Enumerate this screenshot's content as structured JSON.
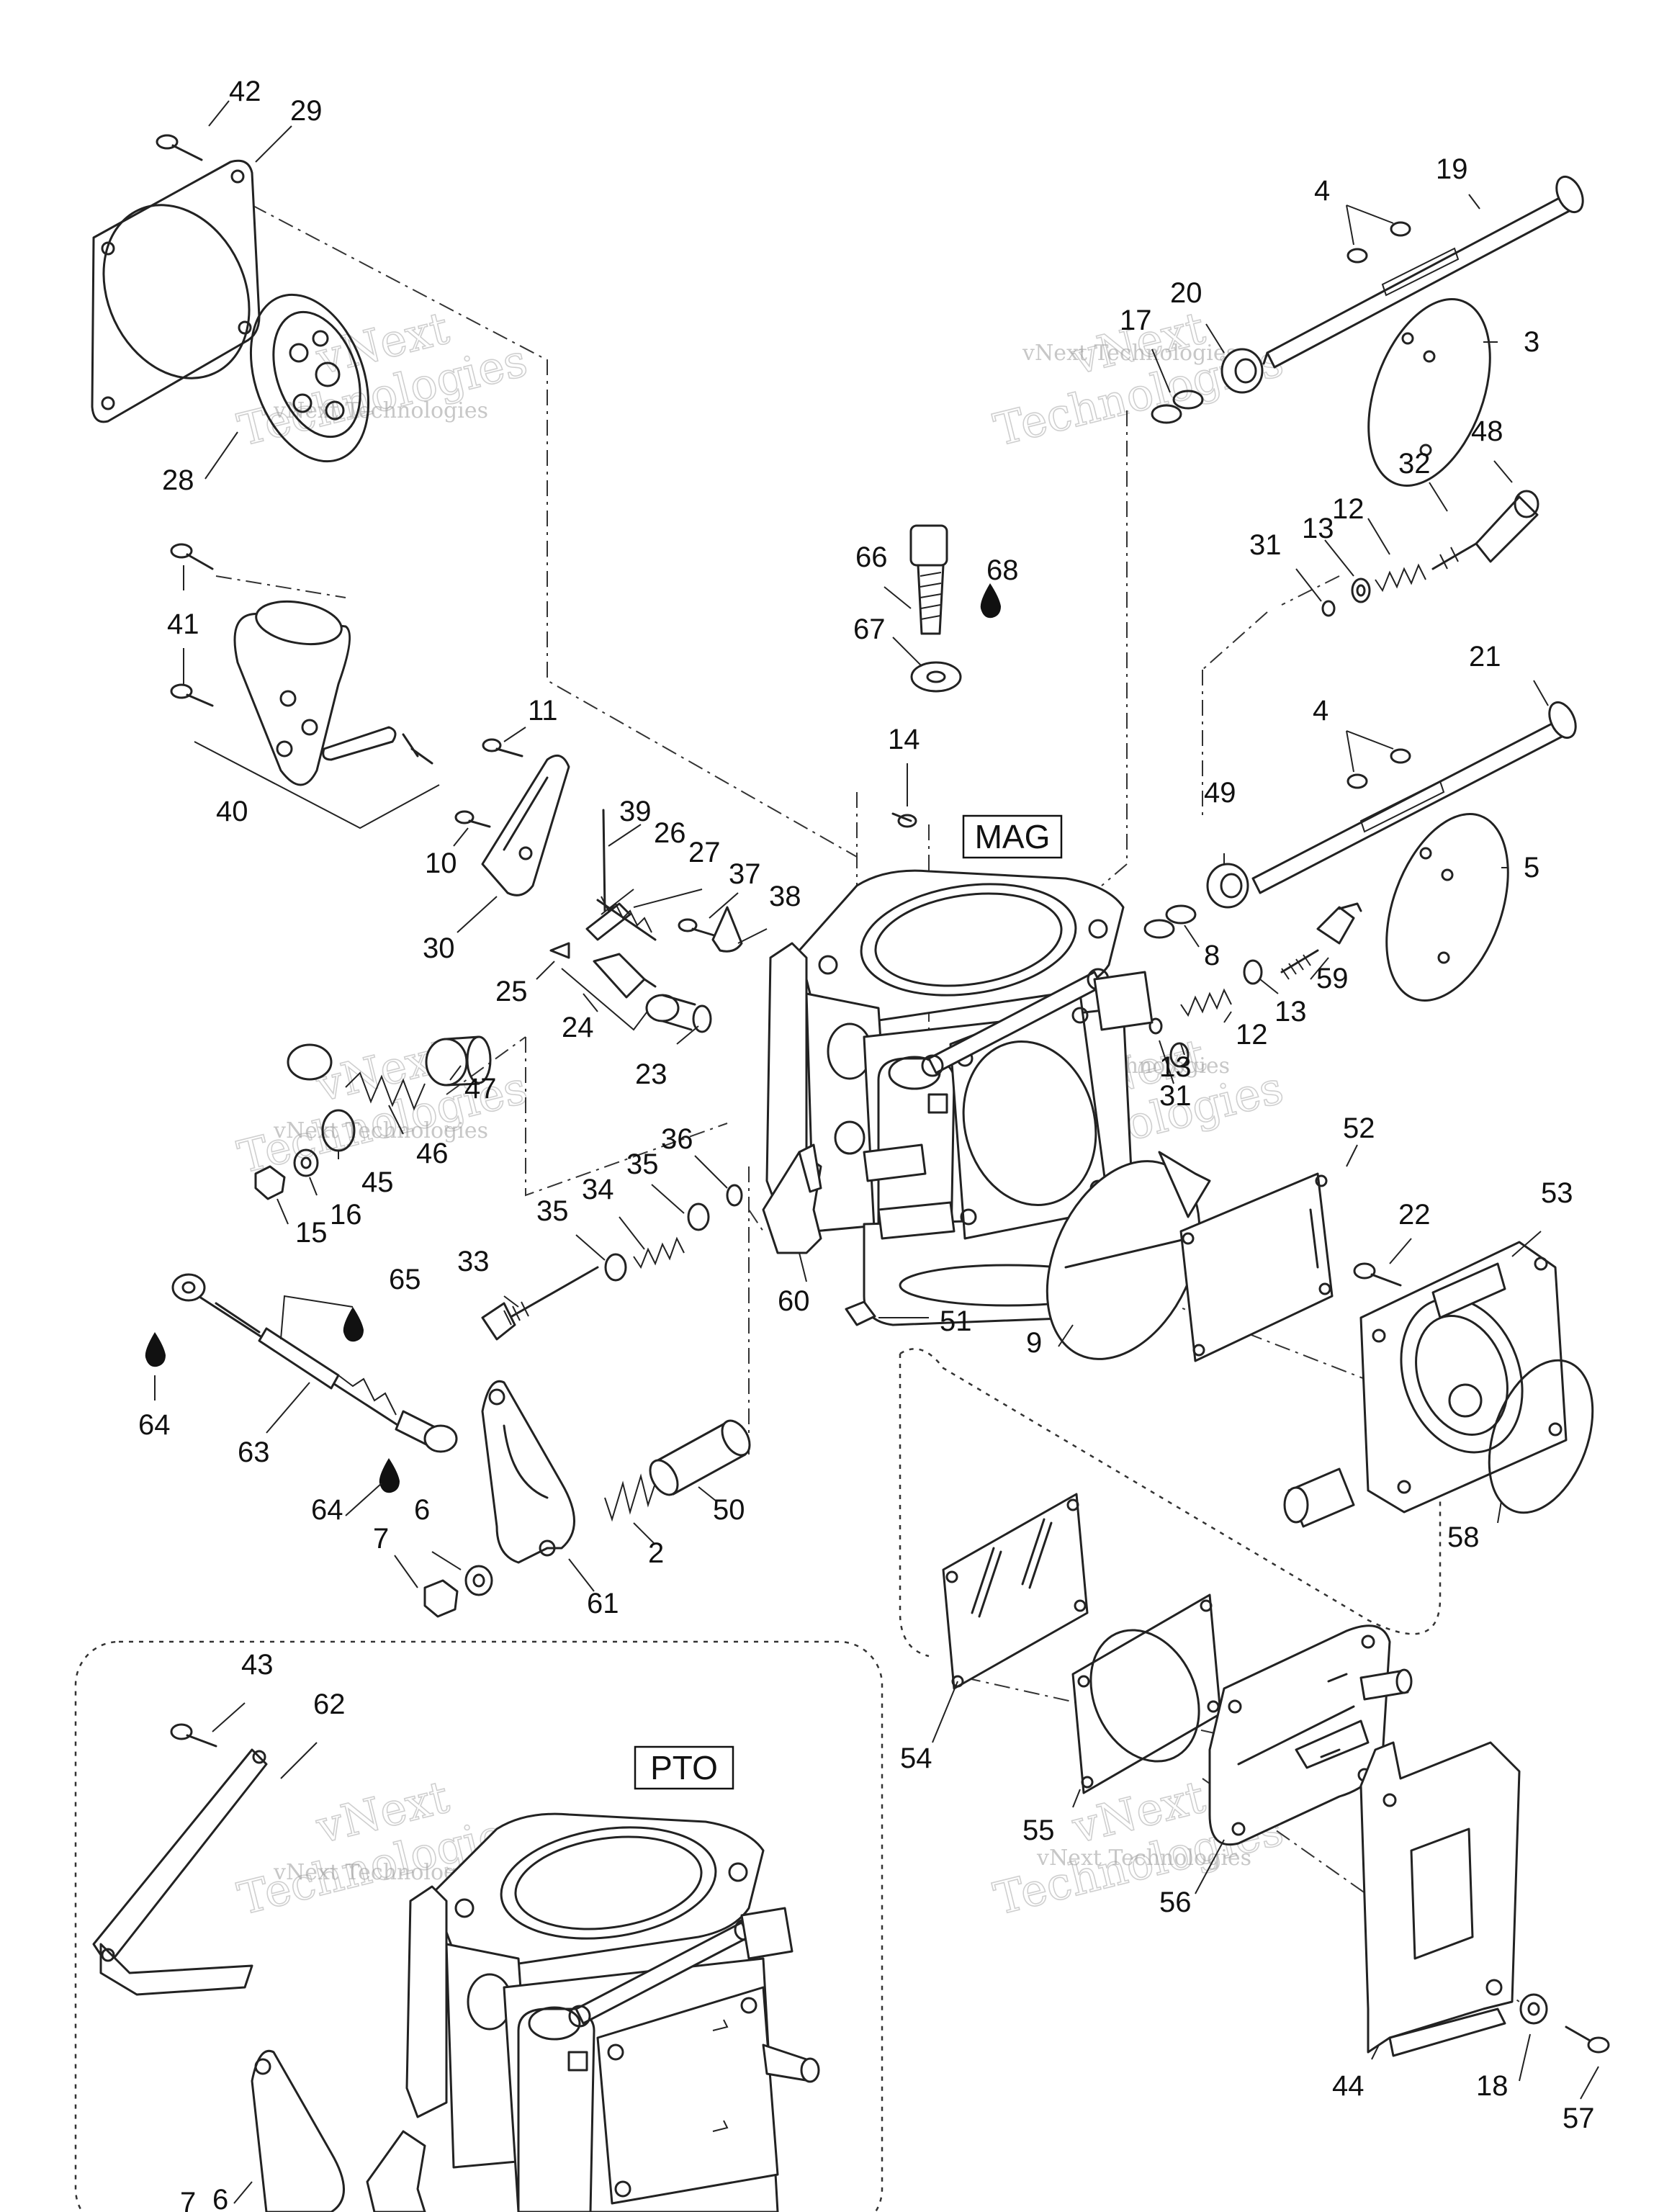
{
  "views": {
    "mag_label": "MAG",
    "pto_label": "PTO"
  },
  "watermark": {
    "line1": "vNext",
    "line2": "Technologies",
    "caption": "vNext Technologies"
  },
  "callouts": [
    {
      "id": "c42a",
      "text": "42"
    },
    {
      "id": "c29",
      "text": "29"
    },
    {
      "id": "c19",
      "text": "19"
    },
    {
      "id": "c4a",
      "text": "4"
    },
    {
      "id": "c20",
      "text": "20"
    },
    {
      "id": "c17",
      "text": "17"
    },
    {
      "id": "c3",
      "text": "3"
    },
    {
      "id": "c28",
      "text": "28"
    },
    {
      "id": "c48",
      "text": "48"
    },
    {
      "id": "c32",
      "text": "32"
    },
    {
      "id": "c31a",
      "text": "31"
    },
    {
      "id": "c13a",
      "text": "13"
    },
    {
      "id": "c12a",
      "text": "12"
    },
    {
      "id": "c66",
      "text": "66"
    },
    {
      "id": "c68",
      "text": "68"
    },
    {
      "id": "c67",
      "text": "67"
    },
    {
      "id": "c41",
      "text": "41"
    },
    {
      "id": "c21",
      "text": "21"
    },
    {
      "id": "c11",
      "text": "11"
    },
    {
      "id": "c14",
      "text": "14"
    },
    {
      "id": "c4b",
      "text": "4"
    },
    {
      "id": "c40",
      "text": "40"
    },
    {
      "id": "c39",
      "text": "39"
    },
    {
      "id": "c26",
      "text": "26"
    },
    {
      "id": "c27",
      "text": "27"
    },
    {
      "id": "c49",
      "text": "49"
    },
    {
      "id": "c10",
      "text": "10"
    },
    {
      "id": "c37",
      "text": "37"
    },
    {
      "id": "c38",
      "text": "38"
    },
    {
      "id": "c5",
      "text": "5"
    },
    {
      "id": "c30",
      "text": "30"
    },
    {
      "id": "c8",
      "text": "8"
    },
    {
      "id": "c25",
      "text": "25"
    },
    {
      "id": "c59",
      "text": "59"
    },
    {
      "id": "c24",
      "text": "24"
    },
    {
      "id": "c13b",
      "text": "13"
    },
    {
      "id": "c12b",
      "text": "12"
    },
    {
      "id": "c47",
      "text": "47"
    },
    {
      "id": "c23",
      "text": "23"
    },
    {
      "id": "c13c",
      "text": "13"
    },
    {
      "id": "c31b",
      "text": "31"
    },
    {
      "id": "c52",
      "text": "52"
    },
    {
      "id": "c46",
      "text": "46"
    },
    {
      "id": "c45",
      "text": "45"
    },
    {
      "id": "c36",
      "text": "36"
    },
    {
      "id": "c35a",
      "text": "35"
    },
    {
      "id": "c16",
      "text": "16"
    },
    {
      "id": "c34",
      "text": "34"
    },
    {
      "id": "c15",
      "text": "15"
    },
    {
      "id": "c35b",
      "text": "35"
    },
    {
      "id": "c22",
      "text": "22"
    },
    {
      "id": "c53",
      "text": "53"
    },
    {
      "id": "c33",
      "text": "33"
    },
    {
      "id": "c65",
      "text": "65"
    },
    {
      "id": "c60",
      "text": "60"
    },
    {
      "id": "c51",
      "text": "51"
    },
    {
      "id": "c9",
      "text": "9"
    },
    {
      "id": "c64a",
      "text": "64"
    },
    {
      "id": "c63",
      "text": "63"
    },
    {
      "id": "c50",
      "text": "50"
    },
    {
      "id": "c64b",
      "text": "64"
    },
    {
      "id": "c7a",
      "text": "7"
    },
    {
      "id": "c6a",
      "text": "6"
    },
    {
      "id": "c2",
      "text": "2"
    },
    {
      "id": "c58",
      "text": "58"
    },
    {
      "id": "c61",
      "text": "61"
    },
    {
      "id": "c43",
      "text": "43"
    },
    {
      "id": "c62",
      "text": "62"
    },
    {
      "id": "c54",
      "text": "54"
    },
    {
      "id": "c55",
      "text": "55"
    },
    {
      "id": "c56",
      "text": "56"
    },
    {
      "id": "c44",
      "text": "44"
    },
    {
      "id": "c18",
      "text": "18"
    },
    {
      "id": "c57",
      "text": "57"
    },
    {
      "id": "c6b",
      "text": "6"
    },
    {
      "id": "c7b",
      "text": "7"
    }
  ]
}
